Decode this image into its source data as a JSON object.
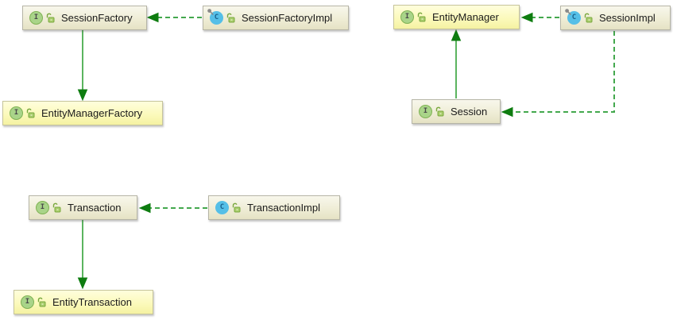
{
  "diagram": {
    "type": "uml-class-diagram",
    "nodes": {
      "sessionFactory": {
        "label": "SessionFactory",
        "kind": "interface",
        "pinned": false,
        "fill": "beige"
      },
      "sessionFactoryImpl": {
        "label": "SessionFactoryImpl",
        "kind": "class",
        "pinned": true,
        "fill": "beige"
      },
      "entityManagerFactory": {
        "label": "EntityManagerFactory",
        "kind": "interface",
        "pinned": false,
        "fill": "yellow"
      },
      "entityManager": {
        "label": "EntityManager",
        "kind": "interface",
        "pinned": false,
        "fill": "yellow"
      },
      "sessionImpl": {
        "label": "SessionImpl",
        "kind": "class",
        "pinned": true,
        "fill": "beige"
      },
      "session": {
        "label": "Session",
        "kind": "interface",
        "pinned": false,
        "fill": "beige"
      },
      "transaction": {
        "label": "Transaction",
        "kind": "interface",
        "pinned": false,
        "fill": "beige"
      },
      "transactionImpl": {
        "label": "TransactionImpl",
        "kind": "class",
        "pinned": false,
        "fill": "beige"
      },
      "entityTransaction": {
        "label": "EntityTransaction",
        "kind": "interface",
        "pinned": false,
        "fill": "yellow"
      }
    },
    "edges": [
      {
        "from": "SessionFactoryImpl",
        "to": "SessionFactory",
        "relation": "implements",
        "line": "dashed-green-arrow"
      },
      {
        "from": "SessionFactory",
        "to": "EntityManagerFactory",
        "relation": "extends",
        "line": "solid-green-arrow"
      },
      {
        "from": "SessionImpl",
        "to": "EntityManager",
        "relation": "implements",
        "line": "dashed-green-arrow"
      },
      {
        "from": "Session",
        "to": "EntityManager",
        "relation": "extends",
        "line": "solid-green-arrow"
      },
      {
        "from": "SessionImpl",
        "to": "Session",
        "relation": "implements",
        "line": "dashed-green-arrow"
      },
      {
        "from": "TransactionImpl",
        "to": "Transaction",
        "relation": "implements",
        "line": "dashed-green-arrow"
      },
      {
        "from": "Transaction",
        "to": "EntityTransaction",
        "relation": "extends",
        "line": "solid-green-arrow"
      }
    ],
    "badges": {
      "interface": {
        "letter": "I",
        "color": "#A9D489"
      },
      "class": {
        "letter": "C",
        "color": "#55BFE7"
      }
    },
    "colors": {
      "edge_dashed_green": "#43A84D",
      "edge_solid_green": "#5BB45F",
      "arrowhead_green": "#0E7C10",
      "node_beige": "#EFEDD6",
      "node_yellow": "#FBF9B9",
      "lock_green": "#7AA83F",
      "pin_gray": "#8a8a8a"
    }
  }
}
